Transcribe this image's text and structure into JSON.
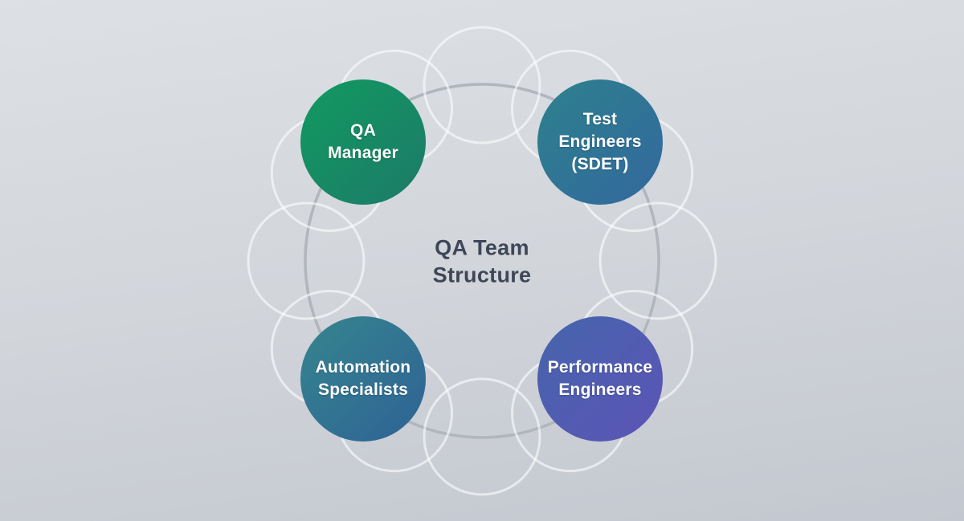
{
  "diagram": {
    "title": "QA Team\nStructure",
    "nodes": [
      {
        "id": "qa-manager",
        "label": "QA\nManager",
        "gradient_start": "#119a60",
        "gradient_end": "#1d7a68"
      },
      {
        "id": "test-engineers",
        "label": "Test\nEngineers\n(SDET)",
        "gradient_start": "#2d818d",
        "gradient_end": "#33689e"
      },
      {
        "id": "automation-specialists",
        "label": "Automation\nSpecialists",
        "gradient_start": "#35858e",
        "gradient_end": "#2f6295"
      },
      {
        "id": "performance-engineers",
        "label": "Performance\nEngineers",
        "gradient_start": "#4565ac",
        "gradient_end": "#5d54b6"
      }
    ],
    "colors": {
      "background_top": "#dde0e4",
      "background_mid": "#d2d6db",
      "background_bottom": "#c3c7cf",
      "ring_stroke": "#b1b5bc",
      "deco_circle_stroke": "rgba(255,255,255,0.58)",
      "title_color": "#3e4757",
      "label_color": "#ffffff"
    }
  }
}
